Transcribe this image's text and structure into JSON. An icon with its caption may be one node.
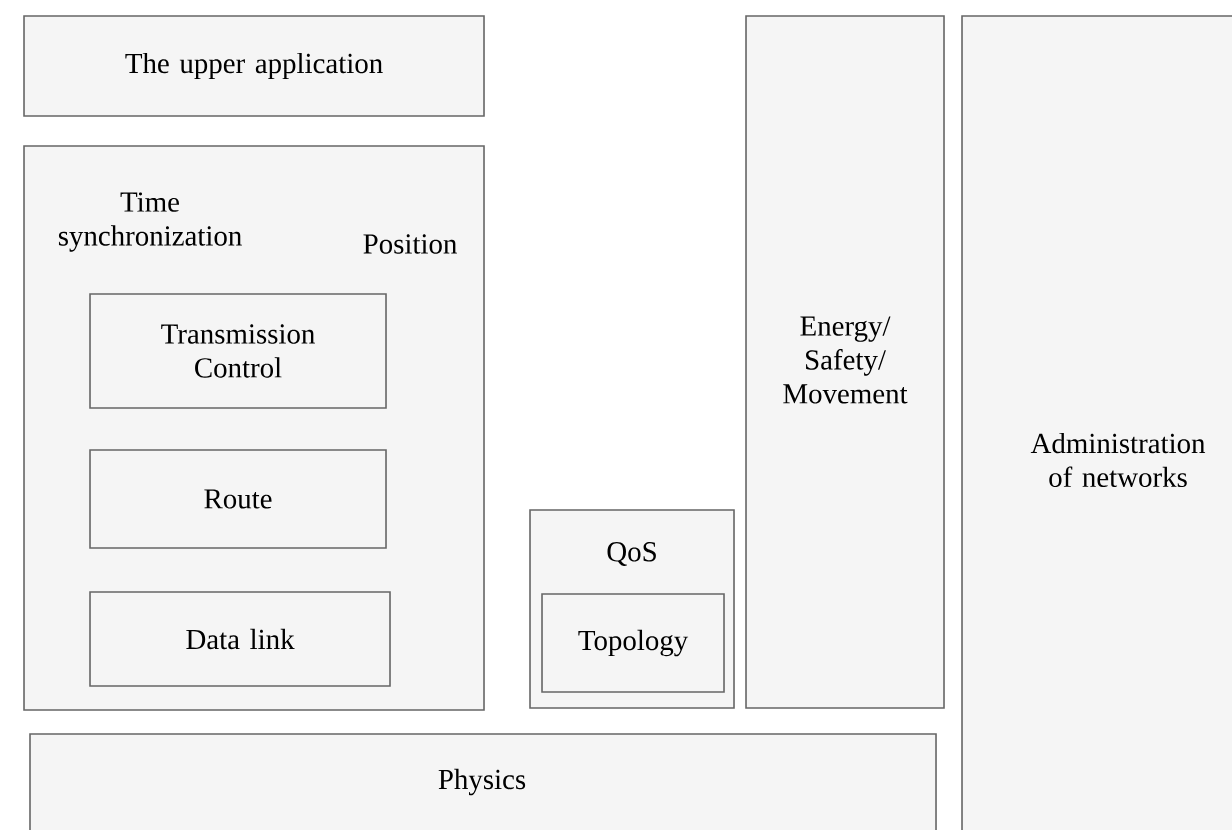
{
  "diagram": {
    "nodes": [
      {
        "text": [
          "The upper application"
        ]
      },
      {
        "text": [
          "Time synchronization",
          "Position"
        ]
      },
      {
        "text": [
          "Transmission Control"
        ],
        "in": 1
      },
      {
        "text": [
          "Route"
        ],
        "in": 1
      },
      {
        "text": [
          "Data link"
        ],
        "in": 1
      },
      {
        "text": [
          "QoS"
        ]
      },
      {
        "text": [
          "Topology"
        ],
        "in": 5
      },
      {
        "text": [
          "Energy/ Safety/ Movement"
        ]
      },
      {
        "text": [
          "Administration of networks"
        ]
      },
      {
        "text": [
          "Physics"
        ]
      }
    ],
    "edges": []
  }
}
